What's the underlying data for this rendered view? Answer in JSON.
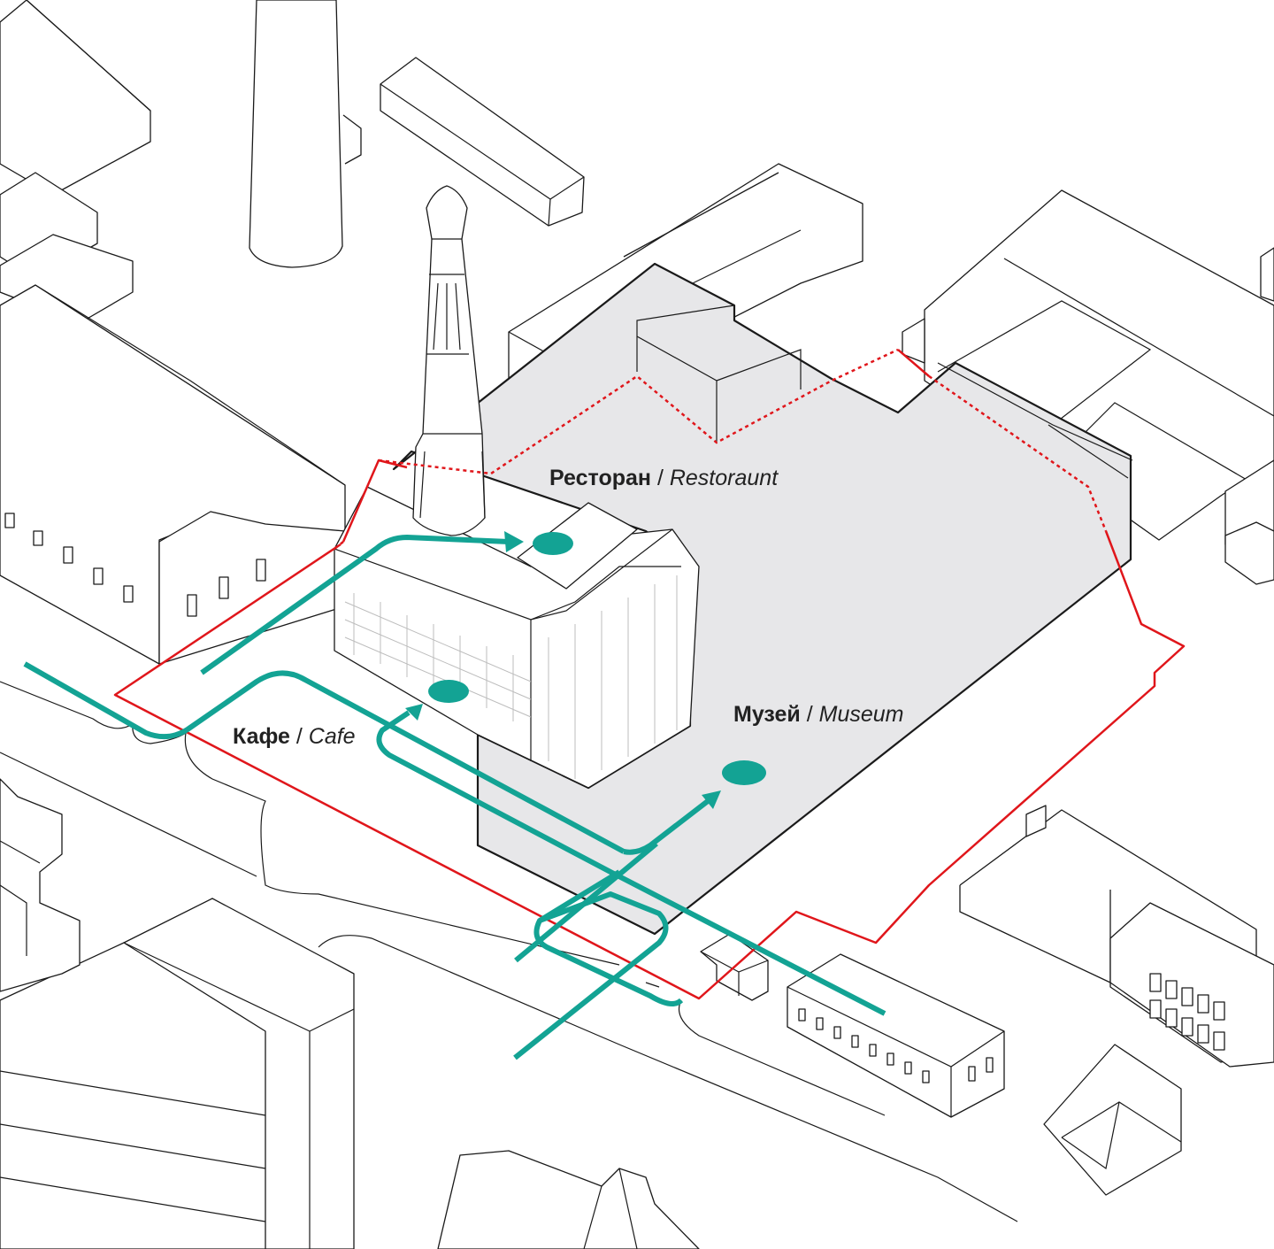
{
  "labels": {
    "restaurant_ru": "Ресторан",
    "restaurant_sep": " / ",
    "restaurant_en": "Restoraunt",
    "cafe_ru": "Кафе",
    "cafe_sep": " / ",
    "cafe_en": "Cafe",
    "museum_ru": "Музей",
    "museum_sep": " / ",
    "museum_en": "Museum"
  },
  "colors": {
    "route": "#13a394",
    "boundary": "#e0161b",
    "site_fill": "#e7e7e9",
    "outline": "#1a1a1a"
  }
}
